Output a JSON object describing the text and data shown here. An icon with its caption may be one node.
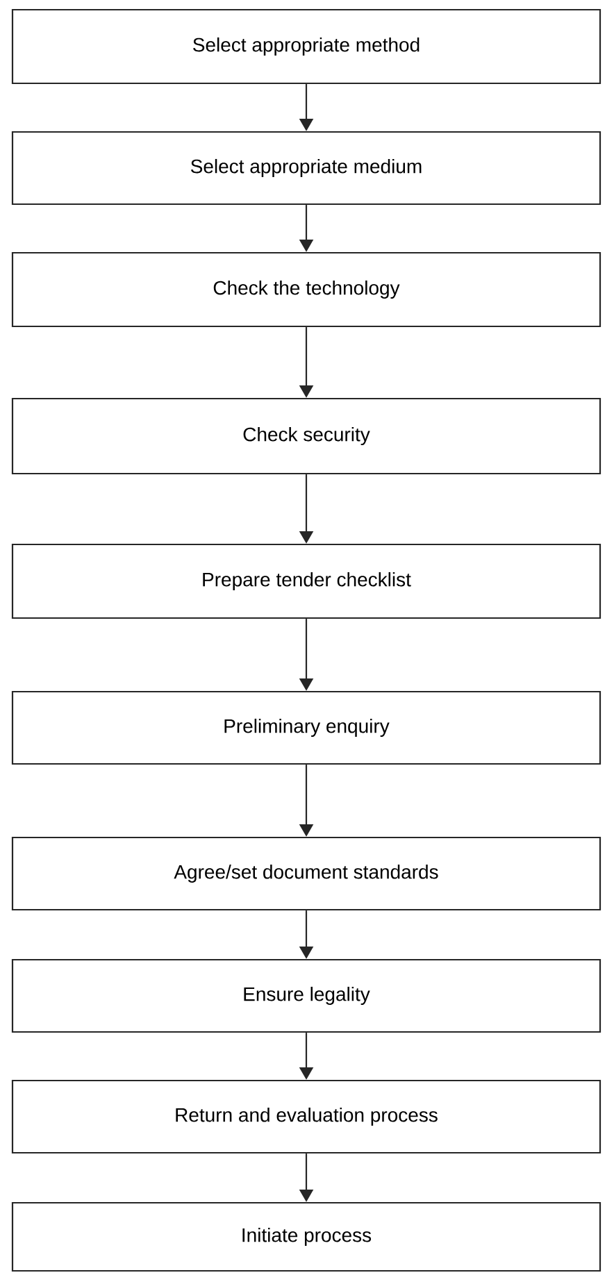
{
  "diagram": {
    "nodes": [
      {
        "text": [
          "Select appropriate method"
        ]
      },
      {
        "text": [
          "Select appropriate medium"
        ]
      },
      {
        "text": [
          "Check the technology"
        ]
      },
      {
        "text": [
          "Check security"
        ]
      },
      {
        "text": [
          "Prepare tender checklist"
        ]
      },
      {
        "text": [
          "Preliminary enquiry"
        ]
      },
      {
        "text": [
          "Agree/set document standards"
        ]
      },
      {
        "text": [
          "Ensure legality"
        ]
      },
      {
        "text": [
          "Return and evaluation process"
        ]
      },
      {
        "text": [
          "Initiate process"
        ]
      }
    ],
    "edges": [
      {
        "from": 0,
        "to": 1,
        "arrow": "to"
      },
      {
        "from": 1,
        "to": 2,
        "arrow": "to"
      },
      {
        "from": 2,
        "to": 3,
        "arrow": "to"
      },
      {
        "from": 3,
        "to": 4,
        "arrow": "to"
      },
      {
        "from": 4,
        "to": 5,
        "arrow": "to"
      },
      {
        "from": 5,
        "to": 6,
        "arrow": "to"
      },
      {
        "from": 6,
        "to": 7,
        "arrow": "to"
      },
      {
        "from": 7,
        "to": 8,
        "arrow": "to"
      },
      {
        "from": 8,
        "to": 9,
        "arrow": "to"
      }
    ]
  }
}
